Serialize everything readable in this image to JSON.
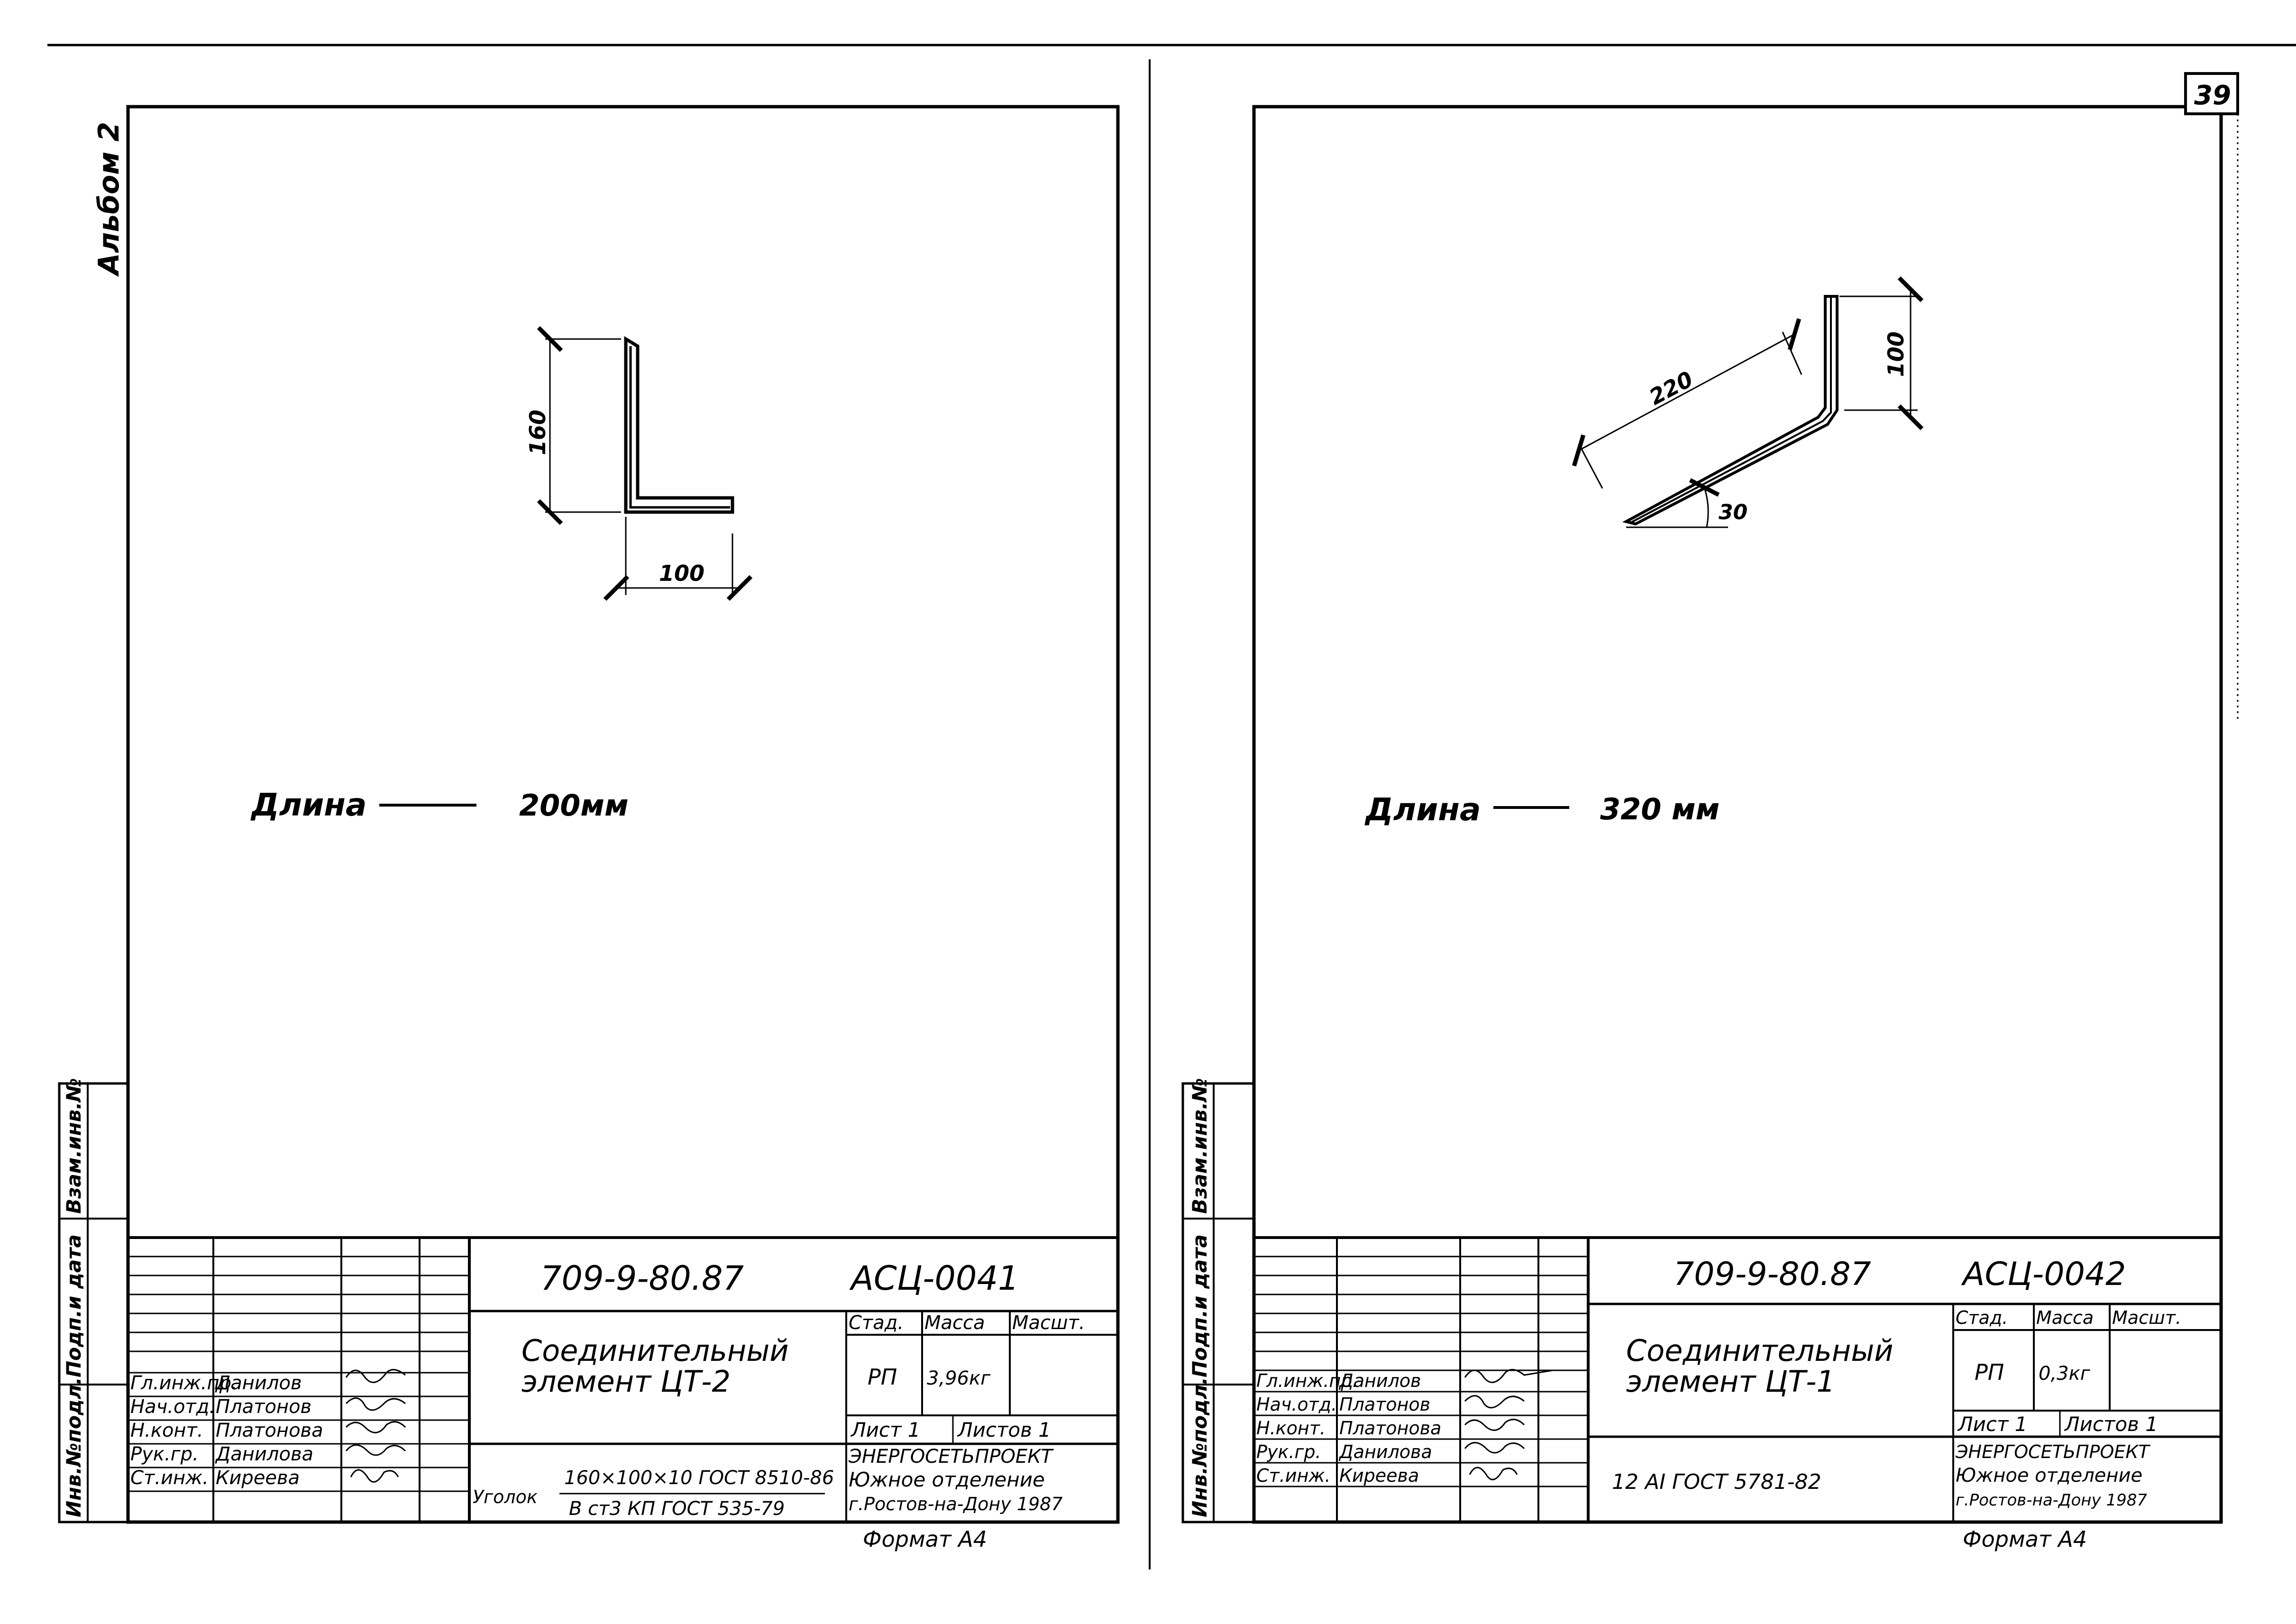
{
  "album_label": "Альбом 2",
  "page_number": "39",
  "left": {
    "dim_height": "160",
    "dim_width": "100",
    "length_label": "Длина",
    "length_value": "200мм",
    "side_stamp": {
      "inv_podl": "Инв.№подл.",
      "podp_data": "Подп.и дата",
      "vzam_inv": "Взам.инв.№"
    },
    "title_block": {
      "code": "709-9-80.87",
      "sheet_code": "АСЦ-0041",
      "name_line1": "Соединительный",
      "name_line2": "элемент ЦТ-2",
      "stage_header": "Стад.",
      "mass_header": "Масса",
      "scale_header": "Масшт.",
      "stage": "РП",
      "mass": "3,96кг",
      "scale": "",
      "sheet": "Лист 1",
      "sheets": "Листов 1",
      "material_prefix": "Уголок",
      "material_top": "160×100×10 ГОСТ 8510-86",
      "material_bottom": "В ст3 КП ГОСТ 535-79",
      "org_line1": "ЭНЕРГОСЕТЬПРОЕКТ",
      "org_line2": "Южное отделение",
      "org_line3": "г.Ростов-на-Дону 1987",
      "format": "Формат А4",
      "staff": [
        {
          "role": "Гл.инж.пр.",
          "name": "Данилов"
        },
        {
          "role": "Нач.отд.",
          "name": "Платонов"
        },
        {
          "role": "Н.конт.",
          "name": "Платонова"
        },
        {
          "role": "Рук.гр.",
          "name": "Данилова"
        },
        {
          "role": "Ст.инж.",
          "name": "Киреева"
        }
      ]
    }
  },
  "right": {
    "dim_slant": "220",
    "dim_height": "100",
    "dim_angle": "30",
    "length_label": "Длина",
    "length_value": "320 мм",
    "side_stamp": {
      "inv_podl": "Инв.№подл.",
      "podp_data": "Подп.и дата",
      "vzam_inv": "Взам.инв.№"
    },
    "title_block": {
      "code": "709-9-80.87",
      "sheet_code": "АСЦ-0042",
      "name_line1": "Соединительный",
      "name_line2": "элемент ЦТ-1",
      "stage_header": "Стад.",
      "mass_header": "Масса",
      "scale_header": "Масшт.",
      "stage": "РП",
      "mass": "0,3кг",
      "scale": "",
      "sheet": "Лист 1",
      "sheets": "Листов 1",
      "material": "12 АI ГОСТ 5781-82",
      "org_line1": "ЭНЕРГОСЕТЬПРОЕКТ",
      "org_line2": "Южное отделение",
      "org_line3": "г.Ростов-на-Дону 1987",
      "format": "Формат А4",
      "staff": [
        {
          "role": "Гл.инж.пр.",
          "name": "Данилов"
        },
        {
          "role": "Нач.отд.",
          "name": "Платонов"
        },
        {
          "role": "Н.конт.",
          "name": "Платонова"
        },
        {
          "role": "Рук.гр.",
          "name": "Данилова"
        },
        {
          "role": "Ст.инж.",
          "name": "Киреева"
        }
      ]
    }
  }
}
